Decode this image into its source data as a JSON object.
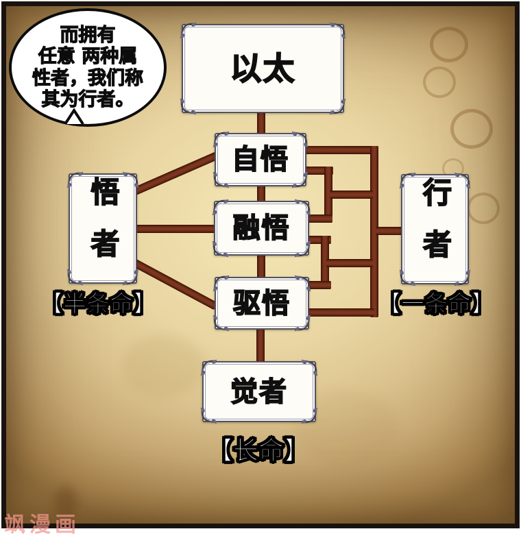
{
  "speech_bubble": {
    "lines": [
      "而拥有",
      "任意 两种属",
      "性者，我们称",
      "其为行者。"
    ]
  },
  "diagram": {
    "nodes": {
      "yitai": {
        "label": "以太"
      },
      "ziwu": {
        "label": "自悟"
      },
      "rongwu": {
        "label": "融悟"
      },
      "quwu": {
        "label": "驱悟"
      },
      "wuzhe": {
        "label": "悟者",
        "tag": "【半条命】"
      },
      "xingzhe": {
        "label": "行者",
        "tag": "【一条命】"
      },
      "juezhe": {
        "label": "觉者",
        "tag": "【长命】"
      }
    },
    "colors": {
      "connector": "#74301a",
      "connector_edge": "#3a0f06",
      "parchment": "#dcc490",
      "panel_frame": "#191310",
      "box_fill": "#fdfcf7"
    }
  },
  "watermark": "飒漫画"
}
